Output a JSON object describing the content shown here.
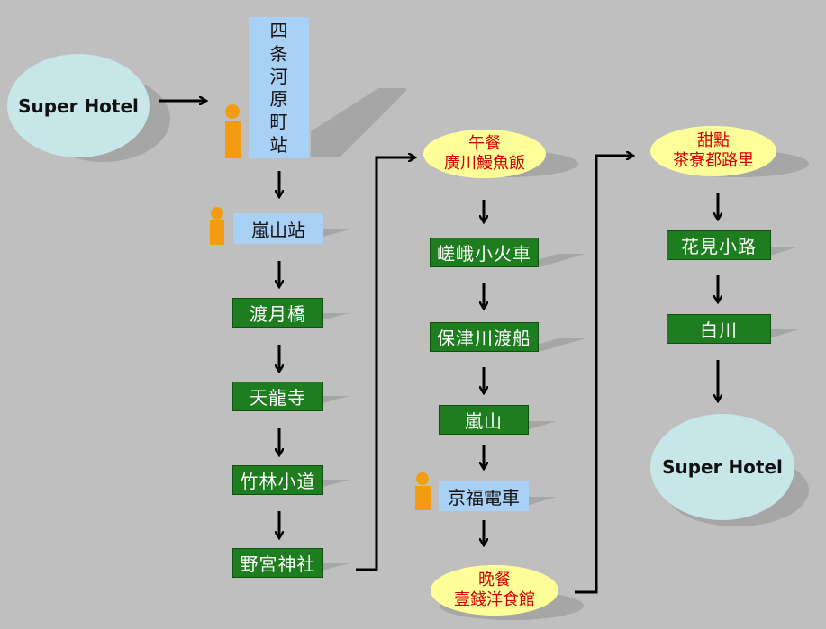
{
  "start_hotel": "Super Hotel",
  "end_hotel": "Super Hotel",
  "column1": {
    "station_vertical": [
      "四",
      "条",
      "河",
      "原",
      "町",
      "站"
    ],
    "station2": "嵐山站",
    "stops": [
      "渡月橋",
      "天龍寺",
      "竹林小道",
      "野宮神社"
    ]
  },
  "column2": {
    "lunch": {
      "title": "午餐",
      "name": "廣川鰻魚飯"
    },
    "stops": [
      "嵯峨小火車",
      "保津川渡船",
      "嵐山"
    ],
    "station": "京福電車",
    "dinner": {
      "title": "晚餐",
      "name": "壹錢洋食館"
    }
  },
  "column3": {
    "dessert": {
      "title": "甜點",
      "name": "茶寮都路里"
    },
    "stops": [
      "花見小路",
      "白川"
    ]
  },
  "colors": {
    "background": "#bfbfbf",
    "stop_box": "#1e7d1e",
    "station_box": "#a9d0f5",
    "meal_oval": "#ffff99",
    "meal_text": "#d40000",
    "hotel_oval": "#c7e6e8",
    "station_marker": "#f39c12",
    "shadow": "#a6a6a6"
  }
}
